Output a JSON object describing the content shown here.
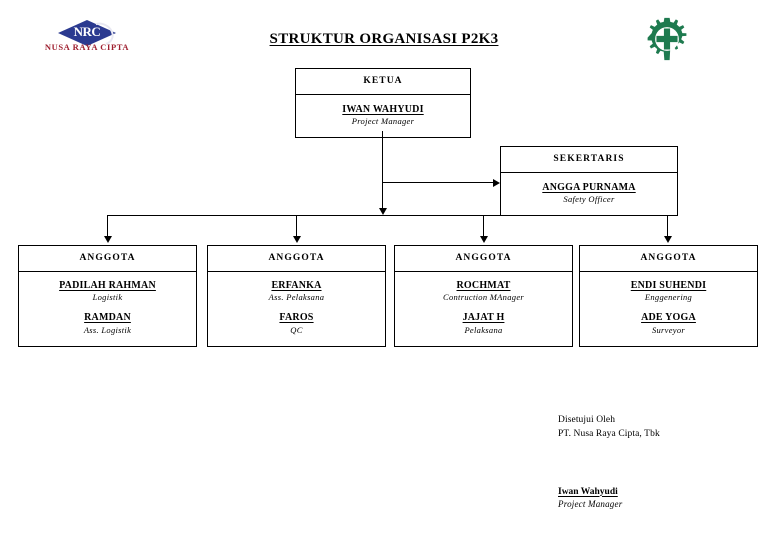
{
  "document": {
    "title": "STRUKTUR ORGANISASI P2K3"
  },
  "company_logo": {
    "mark_text": "NRC",
    "wordmark": "NUSA RAYA CIPTA",
    "mark_color": "#2b3a90",
    "wordmark_color": "#9e1f2f",
    "icon": "nrc-diamond-logo"
  },
  "k3_logo": {
    "icon": "k3-gear-cross-icon",
    "color": "#1e7a4f"
  },
  "chart": {
    "ketua": {
      "header": "KETUA",
      "members": [
        {
          "name": "IWAN WAHYUDI",
          "role": "Project Manager"
        }
      ]
    },
    "sekertaris": {
      "header": "SEKERTARIS",
      "members": [
        {
          "name": "ANGGA PURNAMA",
          "role": "Safety Officer"
        }
      ]
    },
    "anggota": [
      {
        "header": "ANGGOTA",
        "members": [
          {
            "name": "PADILAH RAHMAN",
            "role": "Logistik"
          },
          {
            "name": "RAMDAN",
            "role": "Ass. Logistik"
          }
        ]
      },
      {
        "header": "ANGGOTA",
        "members": [
          {
            "name": "ERFANKA",
            "role": "Ass. Pelaksana"
          },
          {
            "name": "FAROS",
            "role": "QC"
          }
        ]
      },
      {
        "header": "ANGGOTA",
        "members": [
          {
            "name": "ROCHMAT",
            "role": "Contruction MAnager"
          },
          {
            "name": "JAJAT H",
            "role": "Pelaksana"
          }
        ]
      },
      {
        "header": "ANGGOTA",
        "members": [
          {
            "name": "ENDI SUHENDI",
            "role": "Enggenering"
          },
          {
            "name": "ADE YOGA",
            "role": "Surveyor"
          }
        ]
      }
    ]
  },
  "signature": {
    "approved_label": "Disetujui Oleh",
    "company": "PT. Nusa Raya Cipta, Tbk",
    "name": "Iwan Wahyudi",
    "role": "Project Manager"
  }
}
